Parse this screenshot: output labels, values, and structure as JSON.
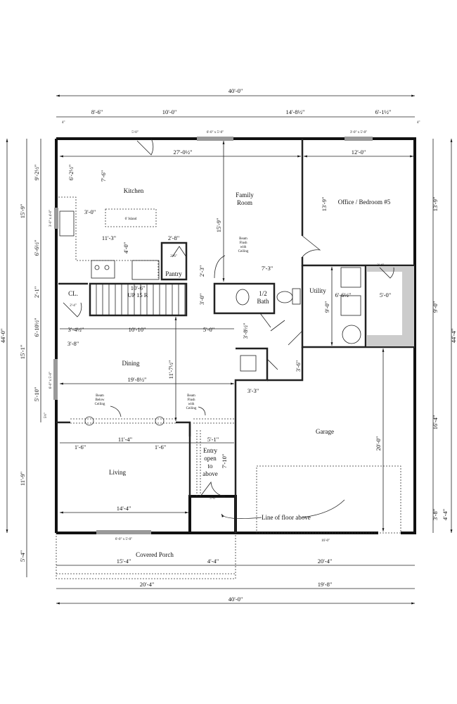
{
  "rooms": {
    "kitchen": "Kitchen",
    "family": "Family",
    "room": "Room",
    "office": "Office / Bedroom #5",
    "pantry": "Pantry",
    "closet": "CL.",
    "stairs": "UP 15 R",
    "bath_a": "1/2",
    "bath_b": "Bath",
    "utility": "Utility",
    "dining": "Dining",
    "garage": "Garage",
    "living": "Living",
    "entry": [
      "Entry",
      "open",
      "to",
      "above"
    ],
    "porch": "Covered Porch",
    "island": "6' Island"
  },
  "notes": {
    "beam_flush": [
      "Beam",
      "Flush",
      "with",
      "Ceiling"
    ],
    "beam_below": [
      "Beam",
      "Below",
      "Ceiling"
    ],
    "floor_above": "Line of floor above"
  },
  "windows": {
    "w1": "5'-0\"",
    "w2": "6'-0\" x 5'-0\"",
    "w3": "3'-0\" x 5'-0\"",
    "w4": "6'-0\" x 5'-0\"",
    "w5": "16'-0\"",
    "w6": "3'-0\" x 4'-0\"",
    "w7": "6'-0\" x 5'-0\"",
    "w8": "5'-0\""
  },
  "dims_top": {
    "overall": "40'-0\"",
    "a": "8'-6\"",
    "b": "10'-0\"",
    "c": "14'-8½\"",
    "d": "6'-1½\"",
    "l4": "4\"",
    "r4": "4\""
  },
  "dims_interior": {
    "d27": "27'-0½\"",
    "d12": "12'-0\"",
    "d6_2": "6'-2½\"",
    "d7_6": "7'-6\"",
    "d3_0": "3'-0\"",
    "d11_3": "11'-3\"",
    "d4_0": "4'-0\"",
    "d2_8": "2'-8\"",
    "d15_9": "15'-9\"",
    "d13_9": "13'-9\"",
    "d7_3": "7'-3\"",
    "d2_3": "2'-3\"",
    "d10_6": "10'-6\"",
    "d3_0b": "3'-0\"",
    "d6_6": "6'-6½\"",
    "d5_0": "5'-0\"",
    "d9_0": "9'-0\"",
    "d3_4": "3'-4½\"",
    "d10_10": "10'-10\"",
    "d5_0b": "5'-0\"",
    "d3_8": "3'-8\"",
    "d3_8b": "3'-8½\"",
    "d11_7": "11'-7½\"",
    "d19_8": "19'-8½\"",
    "d3_6": "3'-6\"",
    "d3_3": "3'-3\"",
    "d20_0": "20'-0\"",
    "d11_4": "11'-4\"",
    "d1_6a": "1'-6\"",
    "d1_6b": "1'-6\"",
    "d5_1": "5'-1\"",
    "d7_10": "7'-10\"",
    "d14_4": "14'-4\"",
    "d2_4a": "2'-4\"",
    "d2_4b": "2'-4\"",
    "d2_6": "2'-6\""
  },
  "dims_left": {
    "overall": "44'-0\"",
    "a": "15'-9\"",
    "b": "9'-2½\"",
    "c": "6'-6½\"",
    "d": "2'-1\"",
    "e": "15'-1\"",
    "f": "6'-10½\"",
    "g": "5'-10\"",
    "h": "5½\"",
    "i": "11'-9\"",
    "j": "5'-4\""
  },
  "dims_right": {
    "overall": "44'-4\"",
    "a": "13'-9\"",
    "b": "9'-0\"",
    "c": "16'-4\"",
    "d": "3'-8\"",
    "e": "4'-4\""
  },
  "dims_bottom": {
    "a": "15'-4\"",
    "b": "4'-4\"",
    "c": "20'-4\"",
    "d": "20'-4\"",
    "e": "19'-8\"",
    "overall": "40'-0\""
  }
}
